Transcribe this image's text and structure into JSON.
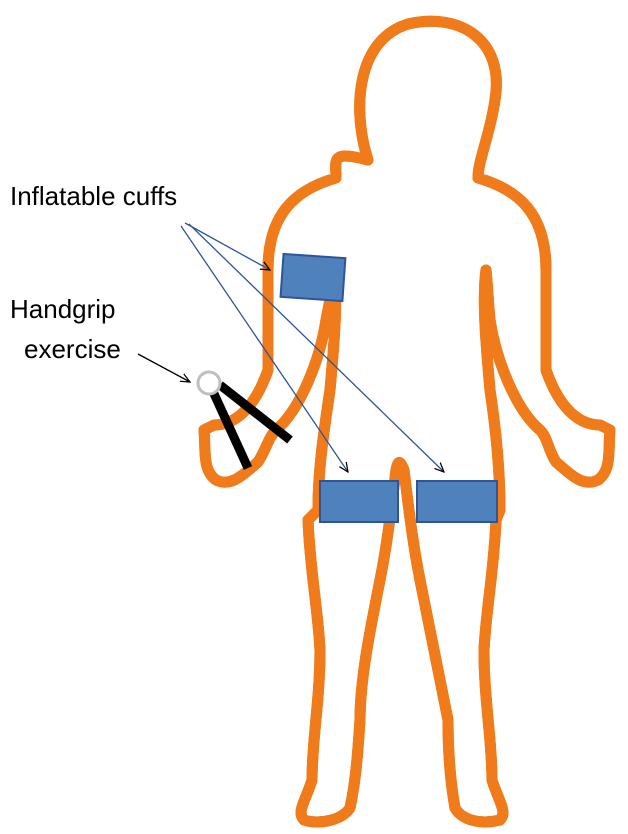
{
  "labels": {
    "cuffs": "Inflatable cuffs",
    "handgrip_line1": "Handgrip",
    "handgrip_line2": "exercise"
  },
  "colors": {
    "cuff_fill": "#4f81bd",
    "cuff_stroke": "#2f5597",
    "outline_inner": "#111111",
    "outline_mid": "#4a2fc0",
    "outline_outer": "#f07a1a",
    "arrow": "#000000",
    "handgrip_bar": "#000000",
    "handgrip_ring": "#bfbfbf"
  }
}
